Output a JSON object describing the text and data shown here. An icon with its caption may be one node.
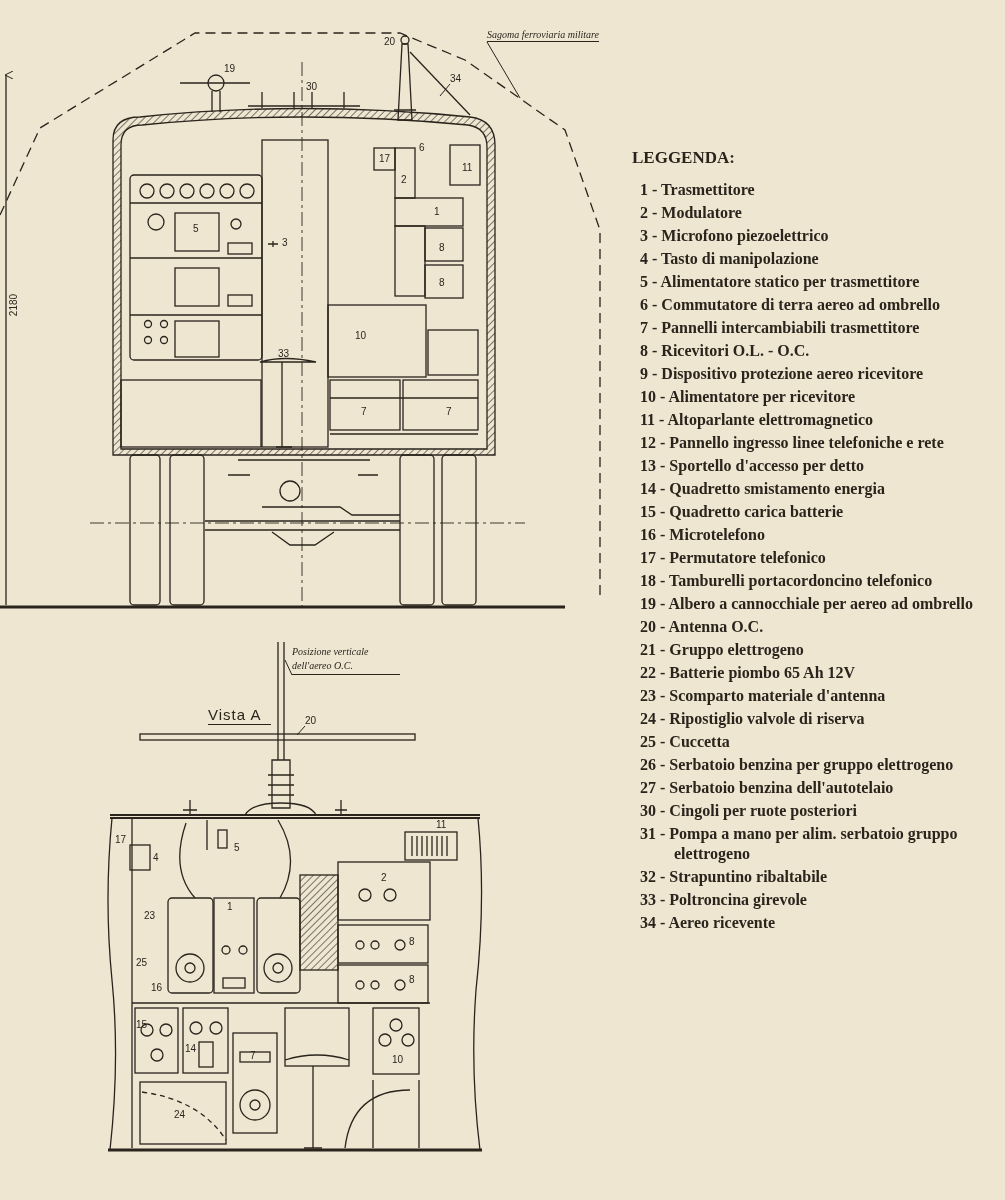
{
  "diagram": {
    "nodes": [
      {
        "text": [
          "Sagoma ferroviaria militare"
        ]
      },
      {
        "text": [
          "34"
        ]
      },
      {
        "text": [
          "Posizione verticale dell'aereo O.C."
        ]
      },
      {
        "text": [
          "20"
        ]
      }
    ],
    "edges": [
      {
        "from": 0,
        "to": null,
        "arrow": "none"
      },
      {
        "from": 1,
        "to": null,
        "arrow": "none"
      },
      {
        "from": 2,
        "to": null,
        "arrow": "none"
      },
      {
        "from": 3,
        "to": null,
        "arrow": "none"
      }
    ],
    "labels": [
      "20",
      "19",
      "30",
      "6",
      "17",
      "11",
      "2",
      "1",
      "5",
      "3",
      "8",
      "8",
      "2180",
      "10",
      "33",
      "7",
      "7",
      "Vista A",
      "11",
      "17",
      "5",
      "4",
      "2",
      "1",
      "23",
      "8",
      "25",
      "8",
      "16",
      "15",
      "14",
      "7",
      "10",
      "24",
      "LEGGENDA:",
      "1 - Trasmettitore",
      "2 - Modulatore",
      "3 - Microfono piezoelettrico",
      "4 - Tasto di manipolazione",
      "5 - Alimentatore statico per trasmettitore",
      "6 - Commutatore di terra aereo ad ombrello",
      "7 - Pannelli intercambiabili trasmettitore",
      "8 - Ricevitori O.L. - O.C.",
      "9 - Dispositivo protezione aereo ricevitore",
      "10 - Alimentatore per ricevitore",
      "11 - Altoparlante elettromagnetico",
      "12 - Pannello ingresso linee telefoniche e rete",
      "13 - Sportello d'accesso per detto",
      "14 - Quadretto smistamento energia",
      "15 - Quadretto carica batterie",
      "16 - Microtelefono",
      "17 - Permutatore telefonico",
      "18 - Tamburelli portacordoncino telefonico",
      "19 - Albero a cannocchiale per aereo ad ombrello",
      "20 - Antenna O.C.",
      "21 - Gruppo elettrogeno",
      "22 - Batterie piombo 65 Ah 12V",
      "23 - Scomparto materiale d'antenna",
      "24 - Ripostiglio valvole di riserva",
      "25 - Cuccetta",
      "26 - Serbatoio benzina per gruppo elettrogeno",
      "27 - Serbatoio benzina dell'autotelaio",
      "30 - Cingoli per ruote posteriori",
      "31 - Pompa a mano per alim. serbatoio gruppo elettrogeno",
      "32 - Strapuntino ribaltabile",
      "33 - Poltroncina girevole",
      "34 - Aereo ricevente"
    ]
  }
}
